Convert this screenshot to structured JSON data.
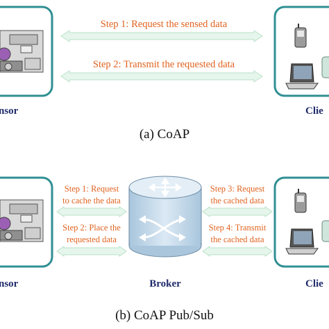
{
  "coap": {
    "caption": "(a) CoAP",
    "step1": "Step 1: Request the sensed data",
    "step2": "Step 2: Transmit the requested data",
    "sensor_label": "nsor",
    "client_label": "Clie"
  },
  "pubsub": {
    "caption": "(b) CoAP Pub/Sub",
    "step1_line1": "Step 1: Request",
    "step1_line2": "to cache the data",
    "step2_line1": "Step 2: Place the",
    "step2_line2": "requested data",
    "step3_line1": "Step 3: Request",
    "step3_line2": "the cached data",
    "step4_line1": "Step 4: Transmit",
    "step4_line2": "the cached data",
    "sensor_label": "nsor",
    "broker_label": "Broker",
    "client_label": "Clie"
  },
  "colors": {
    "box_border": "#2f8f93",
    "arrow_fill": "#e6f6ec",
    "arrow_stroke": "#b9e2c8",
    "step_text": "#e0621e",
    "label_text": "#1f2a6b",
    "broker_fill": "#c7dcec"
  }
}
